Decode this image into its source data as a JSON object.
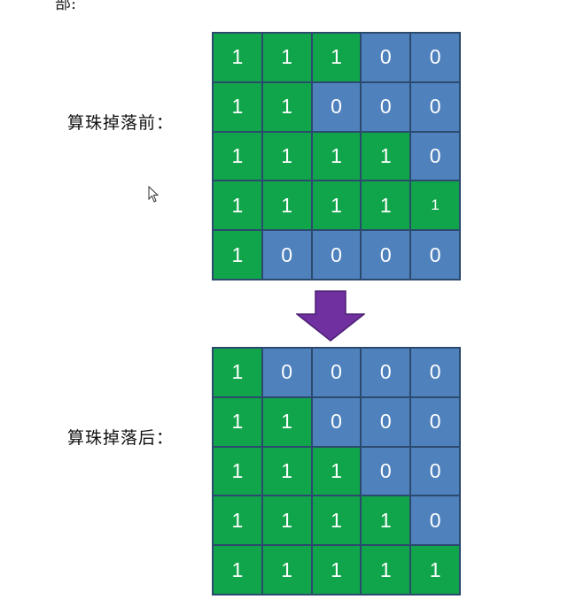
{
  "top_fragment": "部:",
  "before": {
    "caption": "算珠掉落前：",
    "grid": [
      [
        "1",
        "1",
        "1",
        "0",
        "0"
      ],
      [
        "1",
        "1",
        "0",
        "0",
        "0"
      ],
      [
        "1",
        "1",
        "1",
        "1",
        "0"
      ],
      [
        "1",
        "1",
        "1",
        "1",
        "1"
      ],
      [
        "1",
        "0",
        "0",
        "0",
        "0"
      ]
    ]
  },
  "after": {
    "caption": "算珠掉落后：",
    "grid": [
      [
        "1",
        "0",
        "0",
        "0",
        "0"
      ],
      [
        "1",
        "1",
        "0",
        "0",
        "0"
      ],
      [
        "1",
        "1",
        "1",
        "0",
        "0"
      ],
      [
        "1",
        "1",
        "1",
        "1",
        "0"
      ],
      [
        "1",
        "1",
        "1",
        "1",
        "1"
      ]
    ]
  },
  "colors": {
    "one": "#10a54a",
    "zero": "#4f81bd",
    "arrow": "#7030a0"
  },
  "icons": {
    "arrow": "down-arrow-icon",
    "cursor": "mouse-cursor-icon"
  }
}
